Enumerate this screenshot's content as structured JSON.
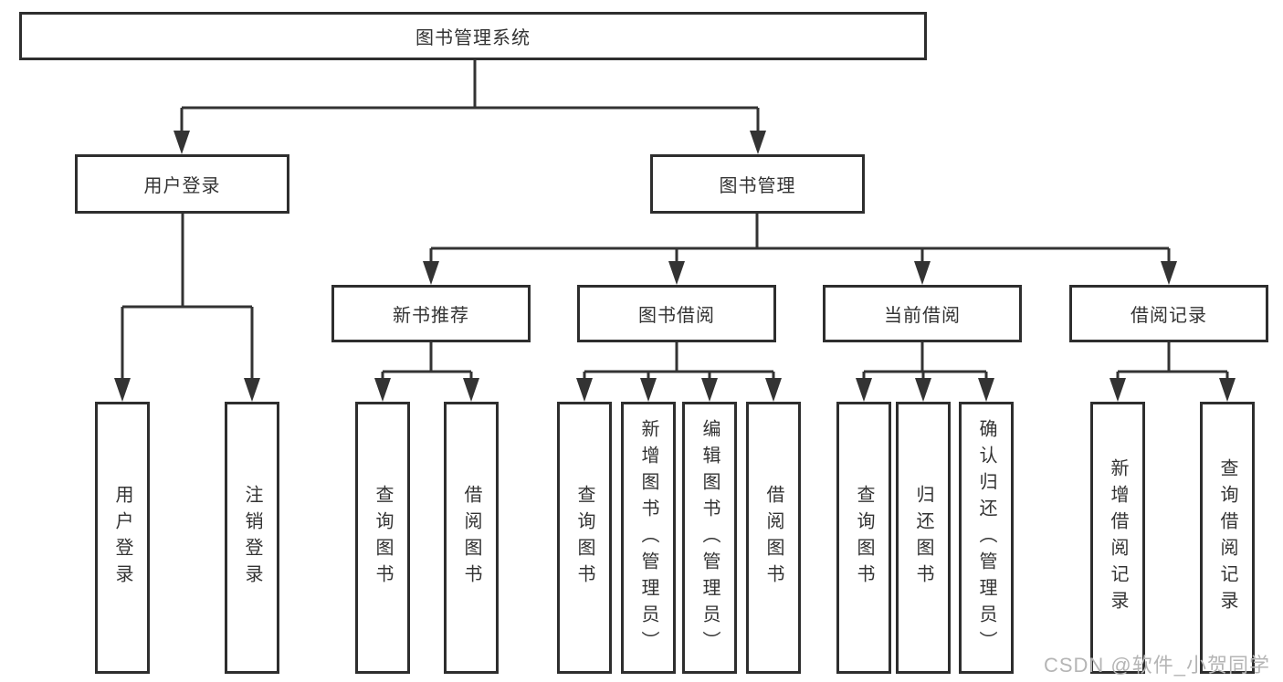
{
  "diagram": {
    "root": {
      "label": "图书管理系统"
    },
    "level2": {
      "user_login": {
        "label": "用户登录"
      },
      "book_management": {
        "label": "图书管理"
      }
    },
    "level3": {
      "new_book_recommend": {
        "label": "新书推荐"
      },
      "book_borrow": {
        "label": "图书借阅"
      },
      "current_borrow": {
        "label": "当前借阅"
      },
      "borrow_record": {
        "label": "借阅记录"
      }
    },
    "leaves": {
      "user_login": {
        "label": "用户登录"
      },
      "logout": {
        "label": "注销登录"
      },
      "recommend_query_books": {
        "label": "查询图书"
      },
      "recommend_borrow_books": {
        "label": "借阅图书"
      },
      "borrow_query_books": {
        "label": "查询图书"
      },
      "add_books_admin": {
        "label": "新增图书（管理员）"
      },
      "edit_books_admin": {
        "label": "编辑图书（管理员）"
      },
      "borrow_books": {
        "label": "借阅图书"
      },
      "current_query_books": {
        "label": "查询图书"
      },
      "return_books": {
        "label": "归还图书"
      },
      "confirm_return_admin": {
        "label": "确认归还（管理员）"
      },
      "add_borrow_record": {
        "label": "新增借阅记录"
      },
      "query_borrow_record": {
        "label": "查询借阅记录"
      }
    },
    "watermark": "CSDN @软件_小贺同学",
    "colors": {
      "line": "#333333",
      "box_border": "#2e2e2e",
      "text": "#333333",
      "watermark_text": "#b5b5b5",
      "background": "#ffffff"
    }
  }
}
